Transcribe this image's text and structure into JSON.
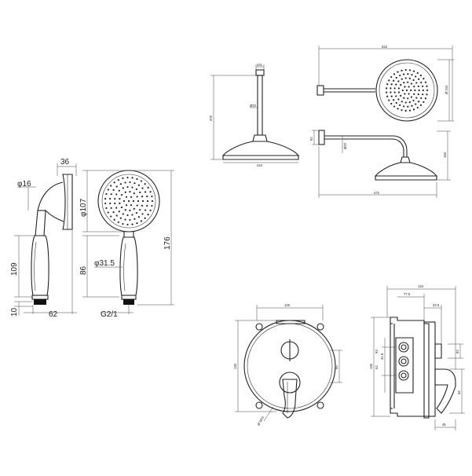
{
  "hand_shower": {
    "side": {
      "top_width": "36",
      "neck_diameter": "φ16",
      "handle_length": "109",
      "thread_height": "10",
      "total_width": "62"
    },
    "front": {
      "head_diameter": "φ107",
      "handle_diameter": "φ31.5",
      "handle_length": "86",
      "total_height": "176",
      "thread": "G2/1"
    }
  },
  "ceiling_shower": {
    "top_width": "241",
    "arm_diameter": "Ø20",
    "total_height": "375",
    "head_width": "244"
  },
  "wall_shower": {
    "top_width": "342",
    "head_diameter": "Ø 244",
    "wall_plate": "92",
    "arm_diameter": "Ø20",
    "drop_height": "183",
    "total_width": "472"
  },
  "mixer_front": {
    "width": "125",
    "height": "130",
    "offset": "65",
    "angle": "Ø 50/3"
  },
  "mixer_side": {
    "total_depth": "134",
    "depth_1": "77.5",
    "depth_2": "22.5",
    "height": "136",
    "pos_1": "31.8",
    "pos_2": "93",
    "offset": "63",
    "handle": "92",
    "lever": "66",
    "bottom": "45"
  }
}
